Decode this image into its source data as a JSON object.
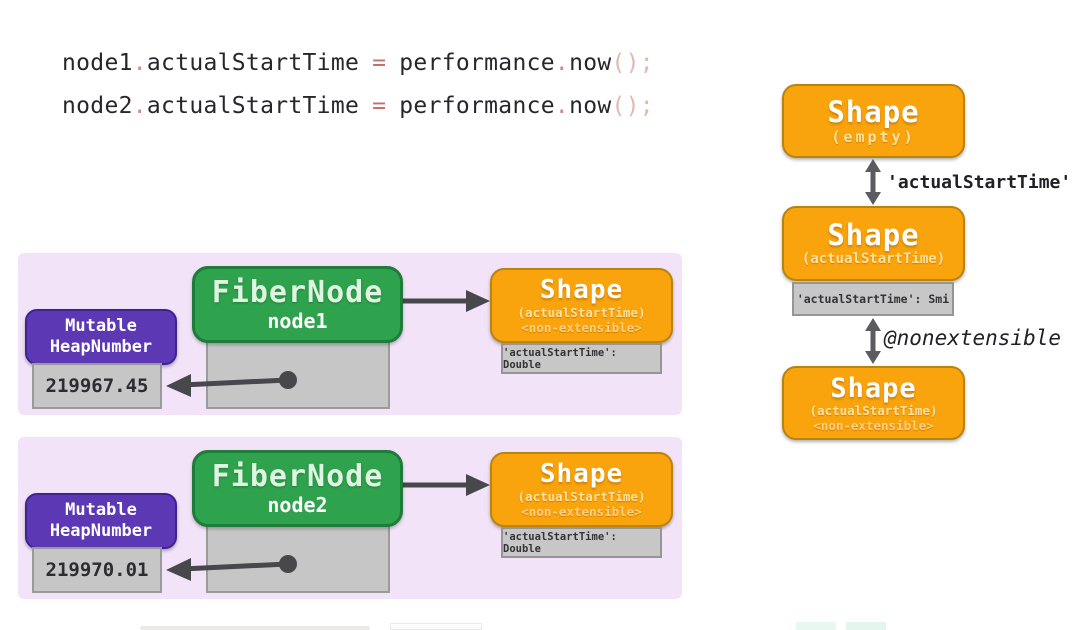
{
  "code": {
    "lines": [
      {
        "object": "node1",
        "dot1": ".",
        "property": "actualStartTime",
        "equals": "=",
        "value_object": "performance",
        "dot2": ".",
        "method": "now",
        "closing": "();"
      },
      {
        "object": "node2",
        "dot1": ".",
        "property": "actualStartTime",
        "equals": "=",
        "value_object": "performance",
        "dot2": ".",
        "method": "now",
        "closing": "();"
      }
    ]
  },
  "panels": [
    {
      "fiber_title": "FiberNode",
      "fiber_name": "node1",
      "heap_line1": "Mutable",
      "heap_line2": "HeapNumber",
      "heap_value": "219967.45",
      "shape_title": "Shape",
      "shape_sub1": "(actualStartTime)",
      "shape_sub2": "<non-extensible>",
      "shape_slot": "'actualStartTime': Double"
    },
    {
      "fiber_title": "FiberNode",
      "fiber_name": "node2",
      "heap_line1": "Mutable",
      "heap_line2": "HeapNumber",
      "heap_value": "219970.01",
      "shape_title": "Shape",
      "shape_sub1": "(actualStartTime)",
      "shape_sub2": "<non-extensible>",
      "shape_slot": "'actualStartTime': Double"
    }
  ],
  "chain": {
    "shape_empty": {
      "title": "Shape",
      "sub": "(empty)"
    },
    "edge1_label": "'actualStartTime'",
    "shape_mid": {
      "title": "Shape",
      "sub": "(actualStartTime)",
      "slot": "'actualStartTime': Smi"
    },
    "edge2_label": "@nonextensible",
    "shape_final": {
      "title": "Shape",
      "sub1": "(actualStartTime)",
      "sub2": "<non-extensible>"
    }
  },
  "colors": {
    "fiber_green": "#2fa24e",
    "shape_orange": "#f9a40d",
    "heap_purple": "#5c38b5",
    "panel_lavender": "#f2e3f9",
    "slot_gray": "#c7c7c7",
    "arrow_gray": "#47474c",
    "code_punct_pink": "#c96f68"
  }
}
